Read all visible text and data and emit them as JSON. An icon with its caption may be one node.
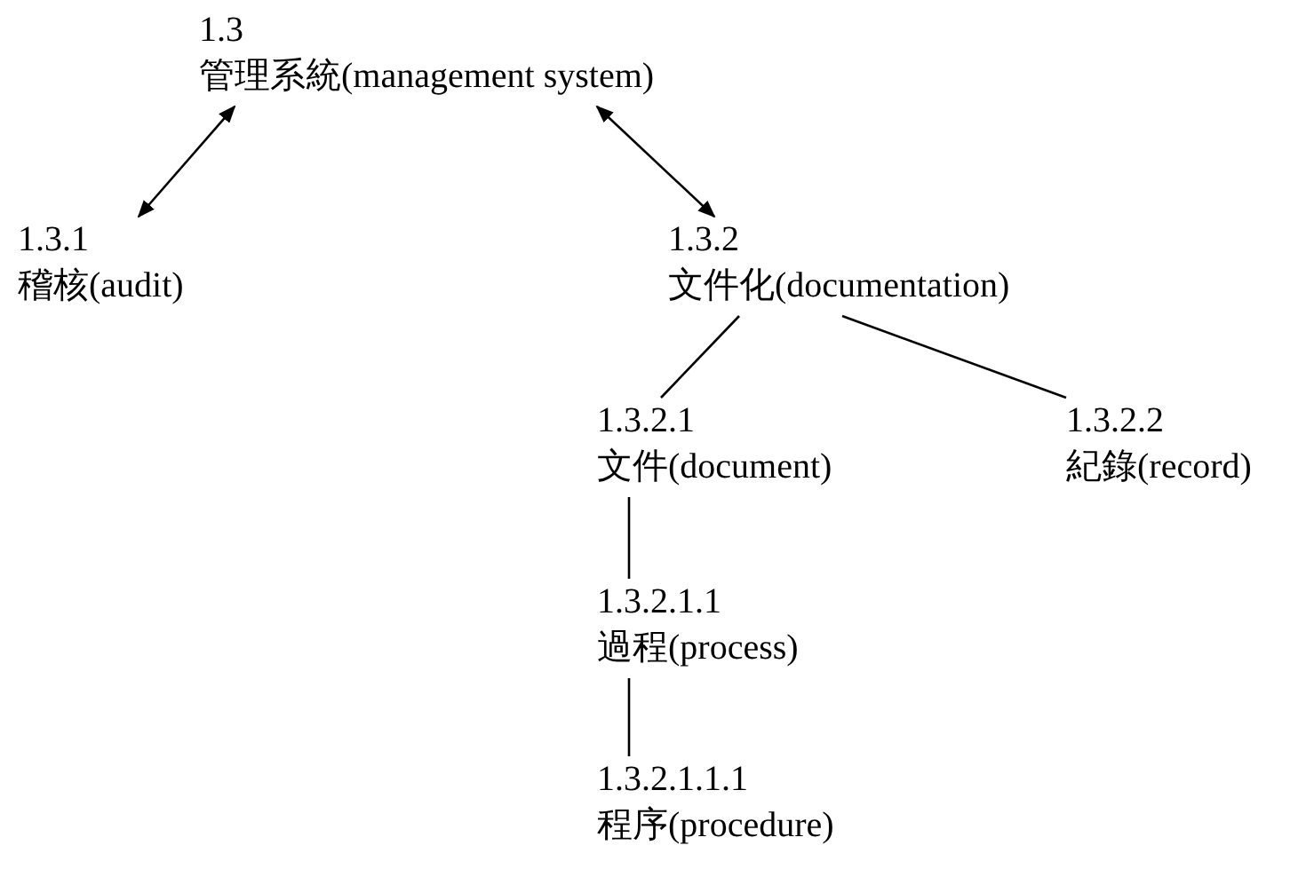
{
  "diagram": {
    "nodes": [
      {
        "text": [
          "1.3",
          "管理系統(management system)"
        ]
      },
      {
        "text": [
          "1.3.1",
          "稽核(audit)"
        ]
      },
      {
        "text": [
          "1.3.2",
          "文件化(documentation)"
        ]
      },
      {
        "text": [
          "1.3.2.1",
          "文件(document)"
        ]
      },
      {
        "text": [
          "1.3.2.2",
          "紀錄(record)"
        ]
      },
      {
        "text": [
          "1.3.2.1.1",
          "過程(process)"
        ]
      },
      {
        "text": [
          "1.3.2.1.1.1",
          "程序(procedure)"
        ]
      }
    ],
    "edges": [
      {
        "from": 0,
        "to": 1,
        "arrow": "both"
      },
      {
        "from": 0,
        "to": 2,
        "arrow": "both"
      },
      {
        "from": 2,
        "to": 3,
        "arrow": "none"
      },
      {
        "from": 2,
        "to": 4,
        "arrow": "none"
      },
      {
        "from": 3,
        "to": 5,
        "arrow": "none"
      },
      {
        "from": 5,
        "to": 6,
        "arrow": "none"
      }
    ]
  }
}
